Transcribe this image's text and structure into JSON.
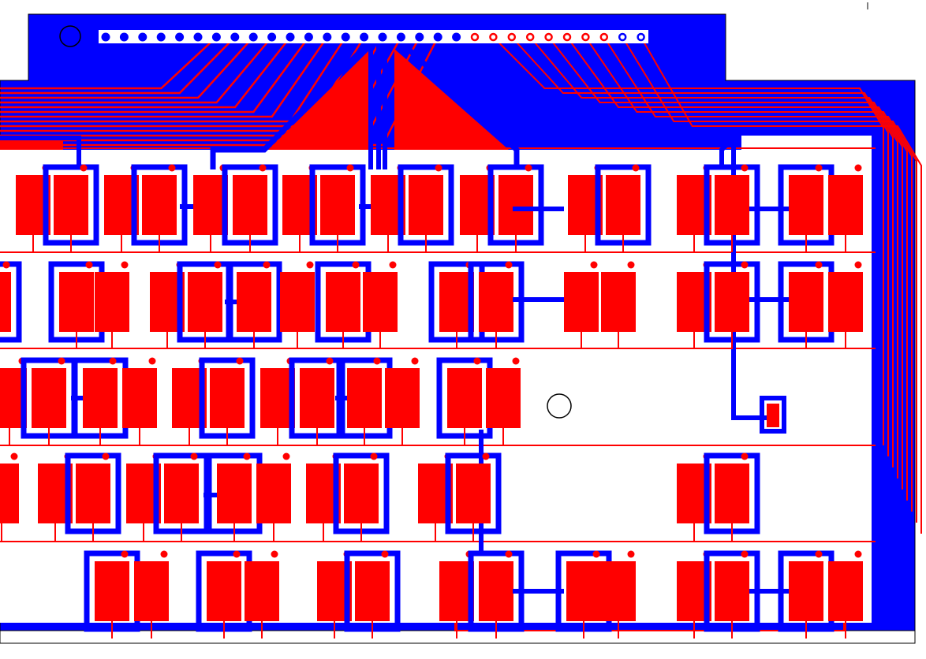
{
  "colors": {
    "top_copper": "#ff0000",
    "bottom_copper": "#0000ff",
    "background": "#ffffff",
    "outline": "#000000"
  },
  "header_connector": {
    "pin_count": 30,
    "pin_types": [
      "blue-dot",
      "blue-dot",
      "blue-dot",
      "blue-dot",
      "blue-dot",
      "blue-dot",
      "blue-dot",
      "blue-dot",
      "blue-dot",
      "blue-dot",
      "blue-dot",
      "blue-dot",
      "blue-dot",
      "blue-dot",
      "blue-dot",
      "blue-dot",
      "blue-dot",
      "blue-dot",
      "blue-dot",
      "blue-dot",
      "red-ring",
      "red-ring",
      "red-ring",
      "red-ring",
      "red-ring",
      "red-ring",
      "red-ring",
      "red-ring",
      "blue-ring",
      "blue-ring"
    ]
  },
  "mounting_holes": 2,
  "pad_rows": 5
}
